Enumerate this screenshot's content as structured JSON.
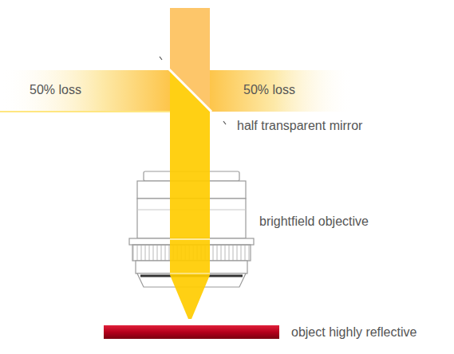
{
  "diagram": {
    "labels": [
      "50% loss",
      "50% loss",
      "half transparent mirror",
      "brightfield objective",
      "object highly reflective"
    ]
  }
}
